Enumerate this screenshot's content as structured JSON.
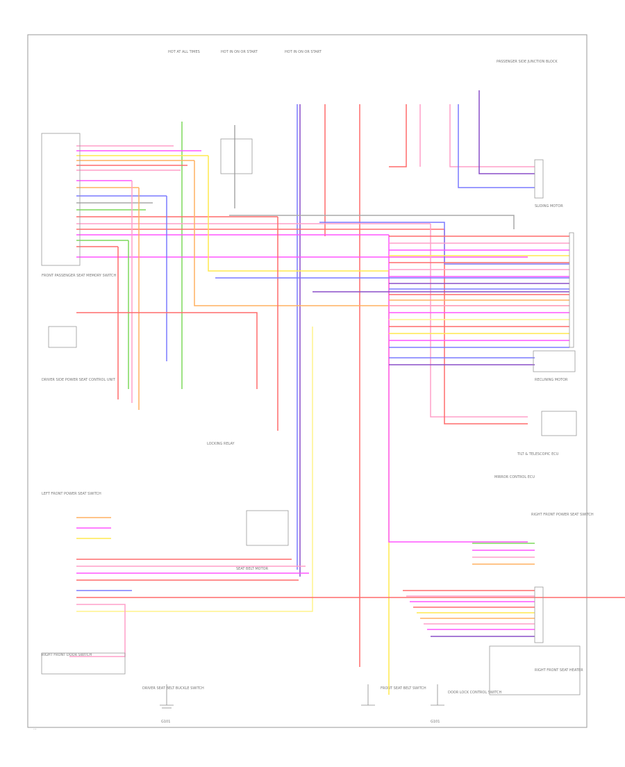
{
  "diagram": {
    "footer": "...",
    "colors": {
      "red": "#ff6b6b",
      "pink": "#ff9fc8",
      "magenta": "#ff55ff",
      "yellow": "#ffe84d",
      "lt_yellow": "#fff38a",
      "orange": "#ffb060",
      "green": "#7dd85c",
      "blue": "#7a7aff",
      "purple": "#8a4fc8",
      "gray": "#a8a8a8",
      "black": "#6a6a6a"
    },
    "labels": {
      "top_a": "HOT AT ALL TIMES",
      "top_b": "HOT IN ON OR START",
      "top_c": "HOT IN ON OR START",
      "top_d": "PASSENGER SIDE JUNCTION BLOCK",
      "left_hdr": "FRONT PASSENGER SEAT MEMORY SWITCH",
      "left_ctrl": "DRIVER SIDE POWER SEAT CONTROL UNIT",
      "left_sw": "LEFT FRONT POWER SEAT SWITCH",
      "mid_relay": "LOCKING RELAY",
      "mid_motor": "SEAT BELT MOTOR",
      "right_a": "SLIDING MOTOR",
      "right_b": "RECLINING MOTOR",
      "right_c": "TILT & TELESCOPIC ECU",
      "right_d": "RIGHT FRONT POWER SEAT SWITCH",
      "right_e": "MIRROR CONTROL ECU",
      "right_f": "RIGHT FRONT SEAT HEATER",
      "bot_a": "DRIVER SEAT BELT BUCKLE SWITCH",
      "bot_b": "FRONT SEAT BELT SWITCH",
      "bot_c": "DOOR LOCK CONTROL SWITCH",
      "bot_d": "RIGHT FRONT DOOR SWITCH",
      "ground": "G101"
    }
  }
}
